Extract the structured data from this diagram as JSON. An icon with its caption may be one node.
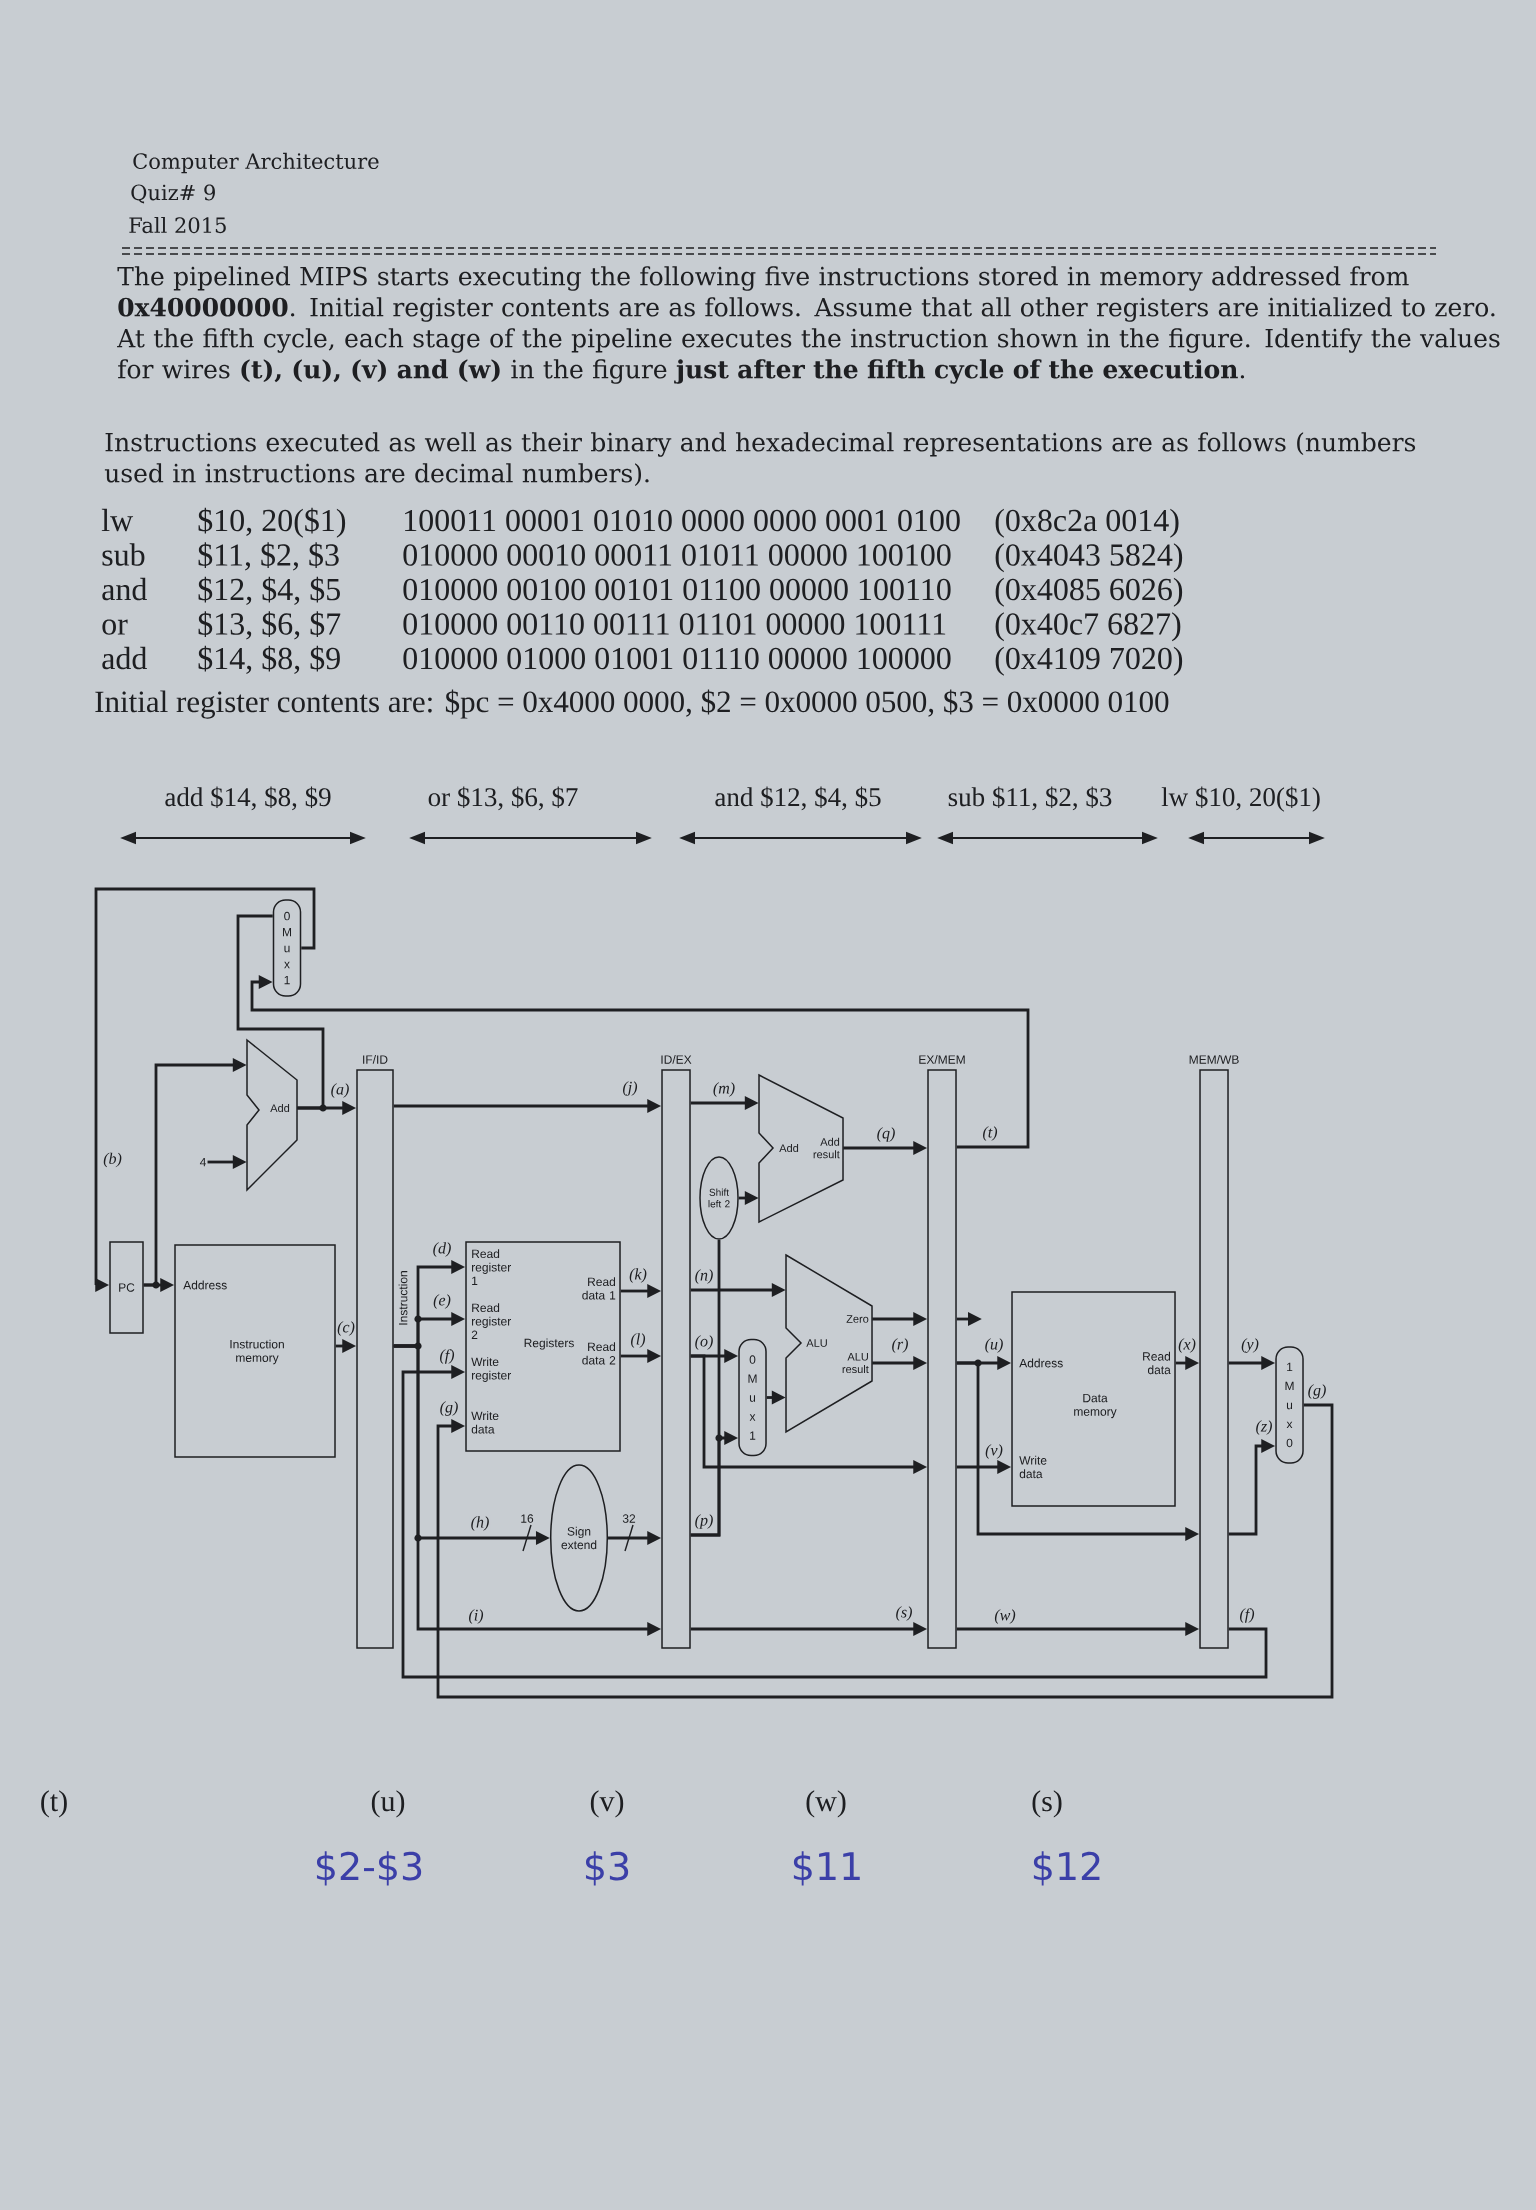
{
  "diagram": {
    "title": "Computer Architecture",
    "nodes": [
      {
        "text": [
          "PC"
        ]
      },
      {
        "text": [
          "0",
          "M u x",
          "1"
        ]
      },
      {
        "text": [
          "Add"
        ]
      },
      {
        "text": [
          "4"
        ]
      },
      {
        "text": [
          "Address",
          "Instruction memory"
        ]
      },
      {
        "text": [
          "IF/ID"
        ],
        "beside": [
          "Instruction"
        ]
      },
      {
        "text": [
          "Read register 1",
          "Read register 2",
          "Write register",
          "Write data",
          "Registers",
          "Read data 1",
          "Read data 2"
        ]
      },
      {
        "text": [
          "Sign extend"
        ]
      },
      {
        "text": [
          "ID/EX"
        ]
      },
      {
        "text": [
          "Shift left 2"
        ]
      },
      {
        "text": [
          "Add",
          "Add result"
        ]
      },
      {
        "text": [
          "0",
          "M u x",
          "1"
        ]
      },
      {
        "text": [
          "ALU",
          "Zero",
          "ALU result"
        ]
      },
      {
        "text": [
          "EX/MEM"
        ]
      },
      {
        "text": [
          "Address",
          "Read data",
          "Data memory",
          "Write data"
        ]
      },
      {
        "text": [
          "MEM/WB"
        ]
      },
      {
        "text": [
          "1",
          "M u x",
          "0"
        ]
      }
    ],
    "edges": [
      {
        "from": 1,
        "to": 0,
        "arrow": "to",
        "label": "(b)"
      },
      {
        "from": 0,
        "to": 4,
        "arrow": "to"
      },
      {
        "from": 0,
        "to": 2,
        "arrow": "to"
      },
      {
        "from": 3,
        "to": 2,
        "arrow": "to"
      },
      {
        "from": 2,
        "to": 5,
        "arrow": "to",
        "label": "(a)"
      },
      {
        "from": 2,
        "to": 1,
        "arrow": "none"
      },
      {
        "from": 13,
        "to": 1,
        "arrow": "to",
        "label": "(t)"
      },
      {
        "from": 4,
        "to": 5,
        "arrow": "to",
        "label": "(c)"
      },
      {
        "from": 5,
        "to": 8,
        "arrow": "to",
        "label": "(j)"
      },
      {
        "from": 5,
        "to": 6,
        "arrow": "to",
        "label": "(d)"
      },
      {
        "from": 5,
        "to": 6,
        "arrow": "to",
        "label": "(e)"
      },
      {
        "from": 5,
        "to": 7,
        "arrow": "to",
        "label": "(h)"
      },
      {
        "from": 5,
        "to": 8,
        "arrow": "to",
        "label": "(i)"
      },
      {
        "from": 6,
        "to": 8,
        "arrow": "to",
        "label": "(k)"
      },
      {
        "from": 6,
        "to": 8,
        "arrow": "to",
        "label": "(l)"
      },
      {
        "from": 7,
        "to": 8,
        "arrow": "to"
      },
      {
        "from": 8,
        "to": 10,
        "arrow": "to",
        "label": "(m)"
      },
      {
        "from": 8,
        "to": 9,
        "arrow": "none",
        "label": "(p)"
      },
      {
        "from": 8,
        "to": 11,
        "arrow": "to"
      },
      {
        "from": 9,
        "to": 10,
        "arrow": "to"
      },
      {
        "from": 8,
        "to": 12,
        "arrow": "to",
        "label": "(n)"
      },
      {
        "from": 8,
        "to": 11,
        "arrow": "to",
        "label": "(o)"
      },
      {
        "from": 8,
        "to": 13,
        "arrow": "to"
      },
      {
        "from": 11,
        "to": 12,
        "arrow": "to"
      },
      {
        "from": 10,
        "to": 13,
        "arrow": "to",
        "label": "(q)"
      },
      {
        "from": 12,
        "to": 13,
        "arrow": "to"
      },
      {
        "from": 13,
        "to": null,
        "arrow": "to"
      },
      {
        "from": 12,
        "to": 13,
        "arrow": "to",
        "label": "(r)"
      },
      {
        "from": 8,
        "to": 13,
        "arrow": "to",
        "label": "(s)"
      },
      {
        "from": 13,
        "to": 14,
        "arrow": "to",
        "label": "(u)"
      },
      {
        "from": 13,
        "to": 14,
        "arrow": "to",
        "label": "(v)"
      },
      {
        "from": 13,
        "to": 15,
        "arrow": "to"
      },
      {
        "from": 13,
        "to": 15,
        "arrow": "to",
        "label": "(w)"
      },
      {
        "from": 14,
        "to": 15,
        "arrow": "to",
        "label": "(x)"
      },
      {
        "from": 15,
        "to": 16,
        "arrow": "to",
        "label": "(y)"
      },
      {
        "from": 15,
        "to": 16,
        "arrow": "to",
        "label": "(z)"
      },
      {
        "from": 16,
        "to": 6,
        "arrow": "to",
        "label": "(g)"
      },
      {
        "from": 15,
        "to": 6,
        "arrow": "to",
        "label": "(f)"
      }
    ],
    "labels": [
      "Quiz# 9",
      "Fall 2015",
      "The pipelined MIPS starts executing the following five instructions stored in memory addressed from **0x40000000**. Initial register contents are as follows. Assume that all other registers are initialized to zero. At the fifth cycle, each stage of the pipeline executes the instruction shown in the figure. Identify the values for wires **(t), (u), (v) and (w)** in the figure **just after the fifth cycle of the execution**.",
      "Instructions executed as well as their binary and hexadecimal representations are as follows (numbers used in instructions are decimal numbers).",
      "lw",
      "$10, 20($1)",
      "100011 00001 01010 0000 0000 0001 0100",
      "(0x8c2a 0014)",
      "sub",
      "$11, $2, $3",
      "010000 00010 00011 01011 00000 100100",
      "(0x4043 5824)",
      "and",
      "$12, $4, $5",
      "010000 00100 00101 01100 00000 100110",
      "(0x4085 6026)",
      "or",
      "$13, $6, $7",
      "010000 00110 00111 01101 00000 100111",
      "(0x40c7 6827)",
      "add",
      "$14, $8, $9",
      "010000 01000 01001 01110 00000 100000",
      "(0x4109 7020)",
      "Initial register contents are: $pc = 0x4000 0000, $2 = 0x0000 0500, $3 = 0x0000 0100",
      "add $14, $8, $9",
      "or $13, $6, $7",
      "and $12, $4, $5",
      "sub $11, $2, $3",
      "lw $10, 20($1)",
      "(f)",
      "(g)",
      "16",
      "32",
      "(t)",
      "(u)",
      "(v)",
      "(w)",
      "(s)",
      "$2-$3",
      "$3",
      "$11",
      "$12"
    ]
  }
}
